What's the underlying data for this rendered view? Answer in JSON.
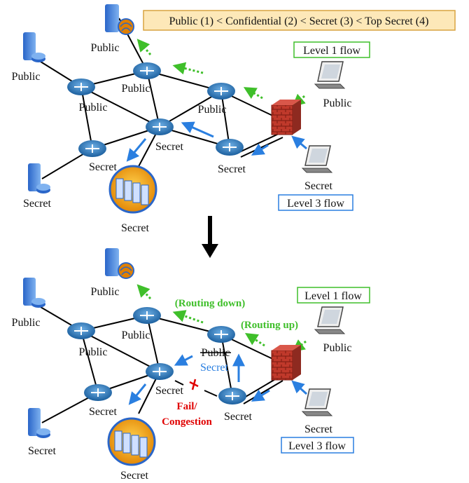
{
  "legend": {
    "text": "Public (1) < Confidential (2) < Secret (3) < Top Secret (4)"
  },
  "flows": {
    "level1": "Level 1 flow",
    "level3": "Level 3 flow"
  },
  "top": {
    "labels": {
      "web_server": "Public",
      "left_server": "Public",
      "router_top": "Public",
      "router_left": "Public",
      "router_right": "Public",
      "router_center": "Secret",
      "router_lowleft": "Secret",
      "router_lowright": "Secret",
      "server_lowleft": "Secret",
      "database": "Secret",
      "laptop_public": "Public",
      "laptop_secret": "Secret"
    }
  },
  "bottom": {
    "labels": {
      "web_server": "Public",
      "left_server": "Public",
      "router_top": "Public",
      "router_left": "Public",
      "router_right_old": "Public",
      "router_right_new": "Secret",
      "router_center": "Secret",
      "router_lowleft": "Secret",
      "router_lowright": "Secret",
      "server_lowleft": "Secret",
      "database": "Secret",
      "laptop_public": "Public",
      "laptop_secret": "Secret"
    },
    "annotations": {
      "routing_down": "(Routing down)",
      "routing_up": "(Routing up)",
      "fail_line1": "Fail/",
      "fail_line2": "Congestion"
    }
  },
  "colors": {
    "green": "#3fbf2a",
    "blue": "#2a7fe0",
    "red": "#e00000",
    "legend_bg": "#fde8b8",
    "legend_border": "#d9a441"
  }
}
